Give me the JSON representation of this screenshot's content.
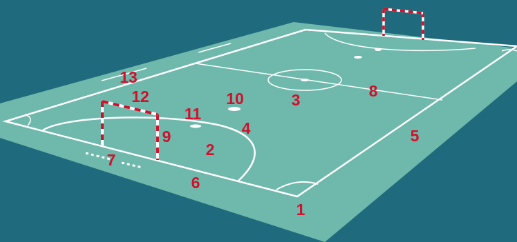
{
  "colors": {
    "background": "#1f6b7d",
    "court_surface": "#6fb9ac",
    "court_line": "#ffffff",
    "goal_red": "#d0112b",
    "goal_white": "#ffffff",
    "label_red": "#d0112b"
  },
  "labels": [
    {
      "id": "1",
      "text": "1"
    },
    {
      "id": "2",
      "text": "2"
    },
    {
      "id": "3",
      "text": "3"
    },
    {
      "id": "4",
      "text": "4"
    },
    {
      "id": "5",
      "text": "5"
    },
    {
      "id": "6",
      "text": "6"
    },
    {
      "id": "7",
      "text": "7"
    },
    {
      "id": "8",
      "text": "8"
    },
    {
      "id": "9",
      "text": "9"
    },
    {
      "id": "10",
      "text": "10"
    },
    {
      "id": "11",
      "text": "11"
    },
    {
      "id": "12",
      "text": "12"
    },
    {
      "id": "13",
      "text": "13"
    }
  ]
}
